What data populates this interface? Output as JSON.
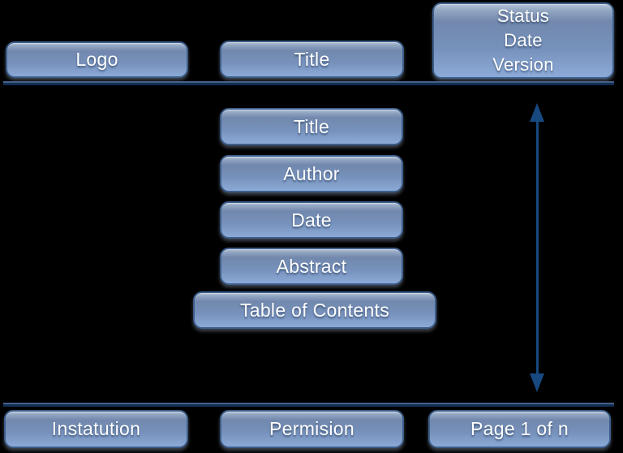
{
  "colors": {
    "background": "#000000",
    "box_border": "#3d5e8b",
    "box_gradient_top": "#b7c5d8",
    "box_gradient_mid": "#7288ad",
    "box_gradient_bottom": "#8caad7",
    "divider_line_dark": "#122f52",
    "divider_line_light": "#46608a",
    "arrow": "#17487f",
    "text": "#ffffff"
  },
  "header": {
    "logo_label": "Logo",
    "title_label": "Title",
    "status_box_lines": [
      "Status",
      "Date",
      "Version"
    ]
  },
  "body_fields": [
    "Title",
    "Author",
    "Date",
    "Abstract",
    "Table of Contents"
  ],
  "footer": {
    "institution_label": "Instatution",
    "permission_label": "Permision",
    "page_label": "Page 1 of n"
  }
}
